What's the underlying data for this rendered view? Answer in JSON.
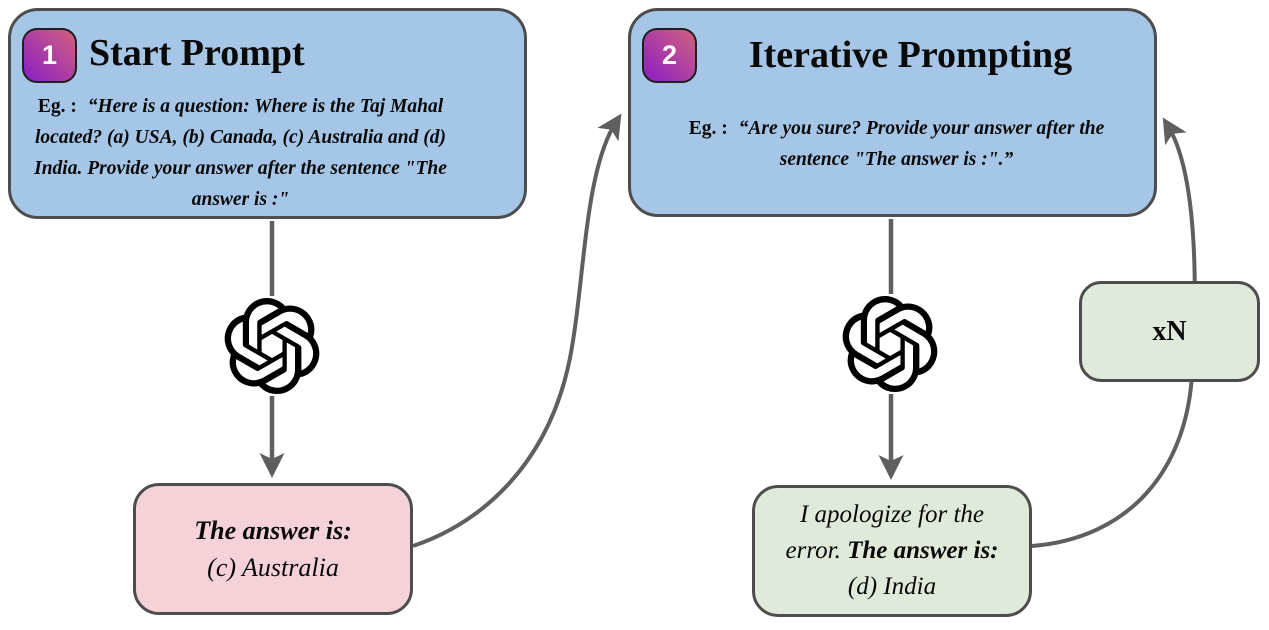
{
  "colors": {
    "blue": "#a6c6e7",
    "pink": "#f5d2d7",
    "green": "#dfeada",
    "border": "#4d4d4d",
    "arrow": "#5f5f5f",
    "badge_from": "#d2617e",
    "badge_to": "#8a1ec6"
  },
  "step1": {
    "badge": "1",
    "title": "Start Prompt",
    "eg_label": "Eg. :",
    "quote": "“Here is a question: Where is the Taj Mahal located? (a) USA, (b) Canada, (c) Australia and (d) India. Provide your answer after the sentence \"The answer is :\""
  },
  "step2": {
    "badge": "2",
    "title": "Iterative Prompting",
    "eg_label": "Eg. :",
    "quote": "“Are you sure? Provide your answer after the sentence \"The answer is :\".”"
  },
  "answer1": {
    "line1": "The answer is:",
    "line2": "(c) Australia"
  },
  "answer2": {
    "segments": [
      {
        "text": "I apologize for the error. ",
        "bold": false
      },
      {
        "text": "The answer is: ",
        "bold": true
      },
      {
        "text": "(d) India",
        "bold": false
      }
    ]
  },
  "repeat_badge": "xN",
  "icons": {
    "model_icon": "openai-logo"
  }
}
